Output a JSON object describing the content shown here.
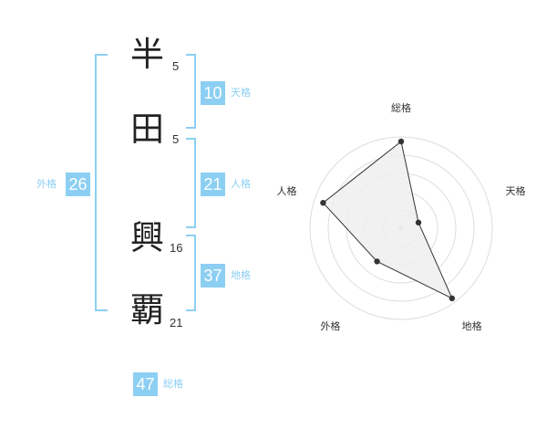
{
  "name": {
    "chars": [
      {
        "char": "半",
        "strokes": "5"
      },
      {
        "char": "田",
        "strokes": "5"
      },
      {
        "char": "興",
        "strokes": "16"
      },
      {
        "char": "覇",
        "strokes": "21"
      }
    ]
  },
  "fortunes": {
    "tenkaku": {
      "value": "10",
      "label": "天格"
    },
    "jinkaku": {
      "value": "21",
      "label": "人格"
    },
    "chikaku": {
      "value": "37",
      "label": "地格"
    },
    "gaikaku": {
      "value": "26",
      "label": "外格"
    },
    "soukaku": {
      "value": "47",
      "label": "総格"
    }
  },
  "colors": {
    "accent": "#8ccff3",
    "text": "#222222",
    "grid": "#dddddd",
    "fill": "#eeeeee"
  },
  "chart_data": {
    "type": "radar",
    "axes": [
      "総格",
      "天格",
      "地格",
      "外格",
      "人格"
    ],
    "values": [
      0.95,
      0.2,
      0.95,
      0.45,
      0.9
    ],
    "rings": 5
  }
}
